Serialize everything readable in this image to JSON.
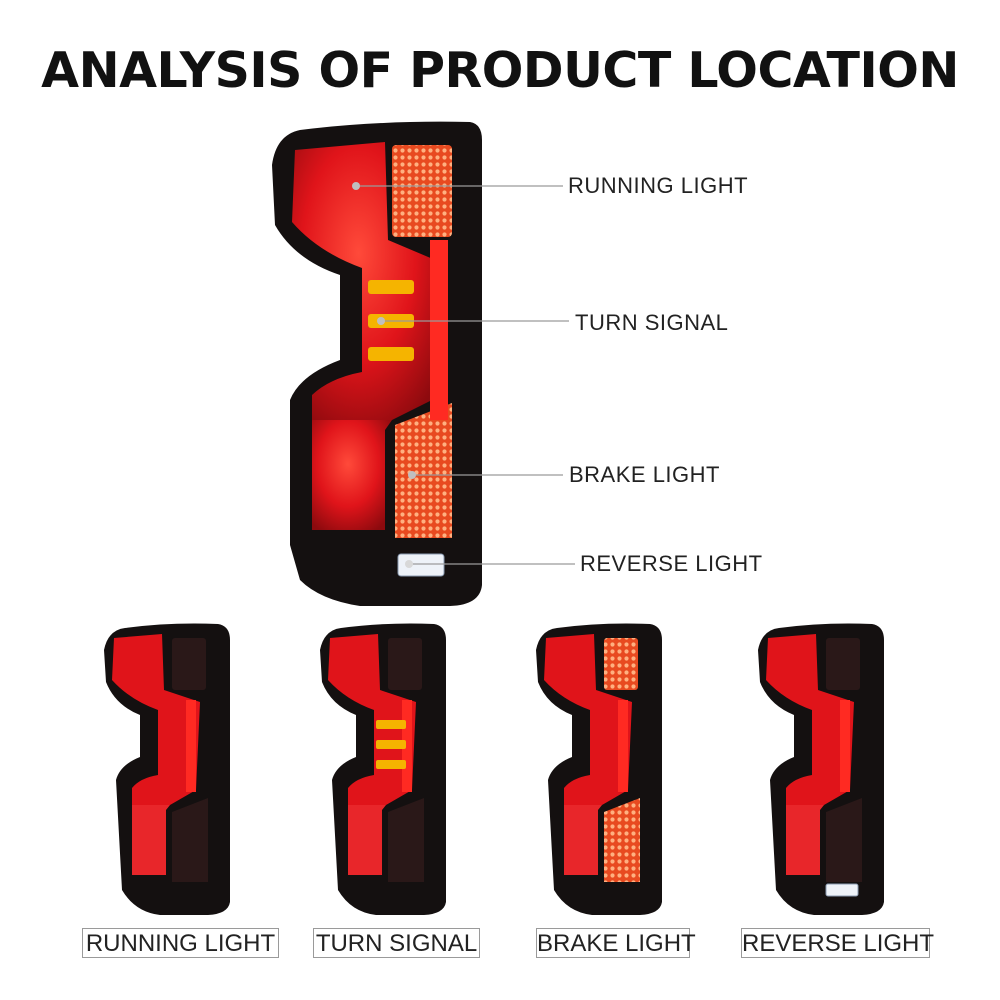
{
  "title": "ANALYSIS OF PRODUCT LOCATION",
  "callouts": {
    "running": "RUNNING LIGHT",
    "turn": "TURN SIGNAL",
    "brake": "BRAKE LIGHT",
    "reverse": "REVERSE LIGHT"
  },
  "modes": [
    {
      "label": "RUNNING LIGHT"
    },
    {
      "label": "TURN SIGNAL"
    },
    {
      "label": "BRAKE LIGHT"
    },
    {
      "label": "REVERSE LIGHT"
    }
  ],
  "colors": {
    "housing": "#141010",
    "lens_red": "#e0141a",
    "amber": "#f5b400",
    "reverse_white": "#eef2f8"
  }
}
